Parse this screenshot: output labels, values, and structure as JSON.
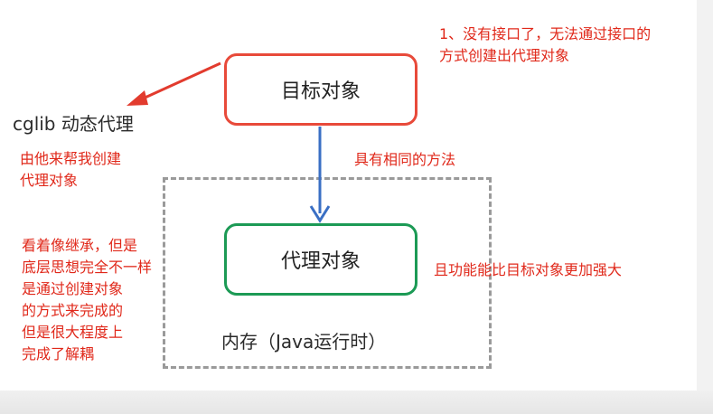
{
  "diagram": {
    "target_box": "目标对象",
    "proxy_box": "代理对象",
    "memory_label": "内存（Java运行时）",
    "cglib_label": "cglib 动态代理",
    "note_top_right": [
      "1、没有接口了，无法通过接口的",
      "方式创建出代理对象"
    ],
    "note_left_top": [
      "由他来帮我创建",
      "代理对象"
    ],
    "note_same_method": "具有相同的方法",
    "note_stronger": "且功能能比目标对象更加强大",
    "note_left_bottom": [
      "看着像继承，但是",
      "底层思想完全不一样",
      "是通过创建对象",
      "的方式来完成的",
      "但是很大程度上",
      "完成了解耦"
    ]
  },
  "colors": {
    "annotation_red": "#e0281a",
    "target_border": "#e84a3a",
    "proxy_border": "#1c9a55",
    "arrow_blue": "#3a6fc4",
    "dashed_gray": "#9a9a9a"
  }
}
